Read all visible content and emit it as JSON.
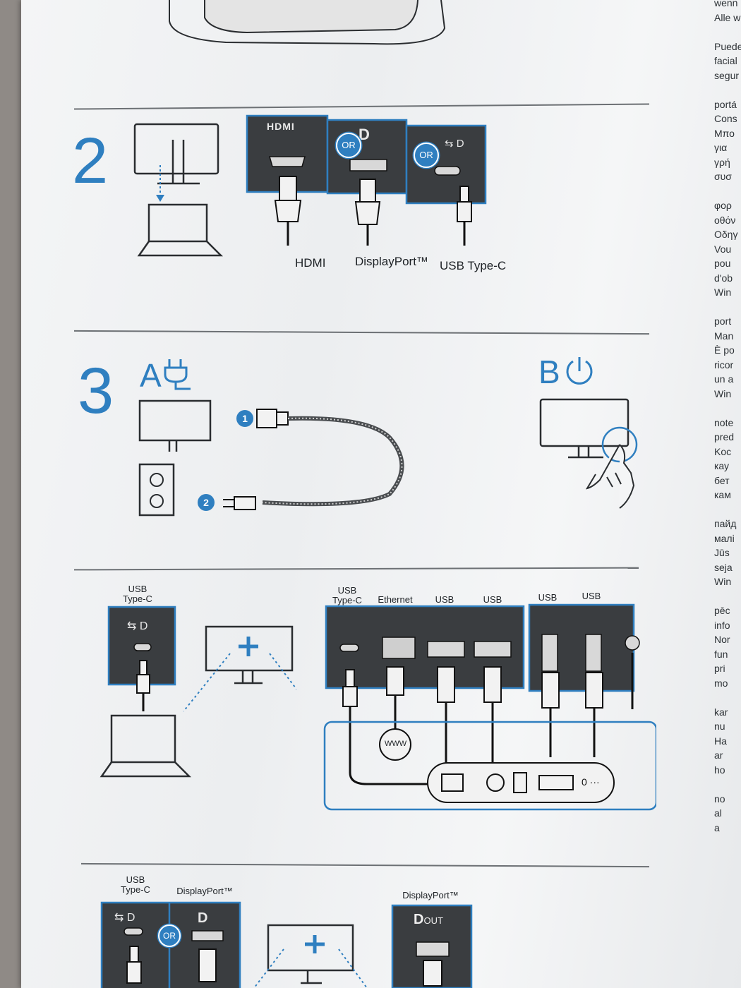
{
  "step2": {
    "number": "2",
    "port_labels": [
      "HDMI",
      "DisplayPort™",
      "USB Type-C"
    ],
    "or_badges": [
      "OR",
      "OR"
    ],
    "panel_icon_text": "HDMI"
  },
  "step3": {
    "number": "3",
    "part_a": "A",
    "part_b": "B",
    "badges": [
      "1",
      "2"
    ]
  },
  "ports_section": {
    "left_label": "USB\nType-C",
    "labels": [
      "USB\nType-C",
      "Ethernet",
      "USB",
      "USB",
      "USB",
      "USB"
    ],
    "panel_text": {
      "www": "WWW"
    }
  },
  "bottom_section": {
    "usb_label": "USB\nType-C",
    "dp_label": "DisplayPort™",
    "dp_out_label": "DisplayPort™",
    "or_badge": "OR",
    "dp_out_text": "OUT"
  },
  "right_column_fragments": [
    "wenn",
    "Alle we",
    "",
    "Puede",
    "facial",
    "segur",
    "",
    "portá",
    "Cons",
    "Mπο",
    "για",
    "γρή",
    "συσ",
    "",
    "φορ",
    "οθόν",
    "Οδηγ",
    "Vou",
    "pou",
    "d'ob",
    "Win",
    "",
    "port",
    "Man",
    "È po",
    "ricor",
    "un a",
    "Win",
    "",
    "note",
    "pred",
    "Koc",
    "кау",
    "бет",
    "кам",
    "",
    "пайд",
    "малі",
    "Jūs",
    "seja",
    "Win",
    "",
    "pēc",
    "info",
    "Nor",
    "fun",
    "pri",
    "mo",
    "",
    "kar",
    "nu",
    "Ha",
    "ar",
    "ho",
    "",
    "no",
    "al",
    "a"
  ],
  "colors": {
    "accent_blue": "#2f7fc0",
    "panel_dark": "#3a3d40",
    "line_dark": "#2a2d30"
  }
}
